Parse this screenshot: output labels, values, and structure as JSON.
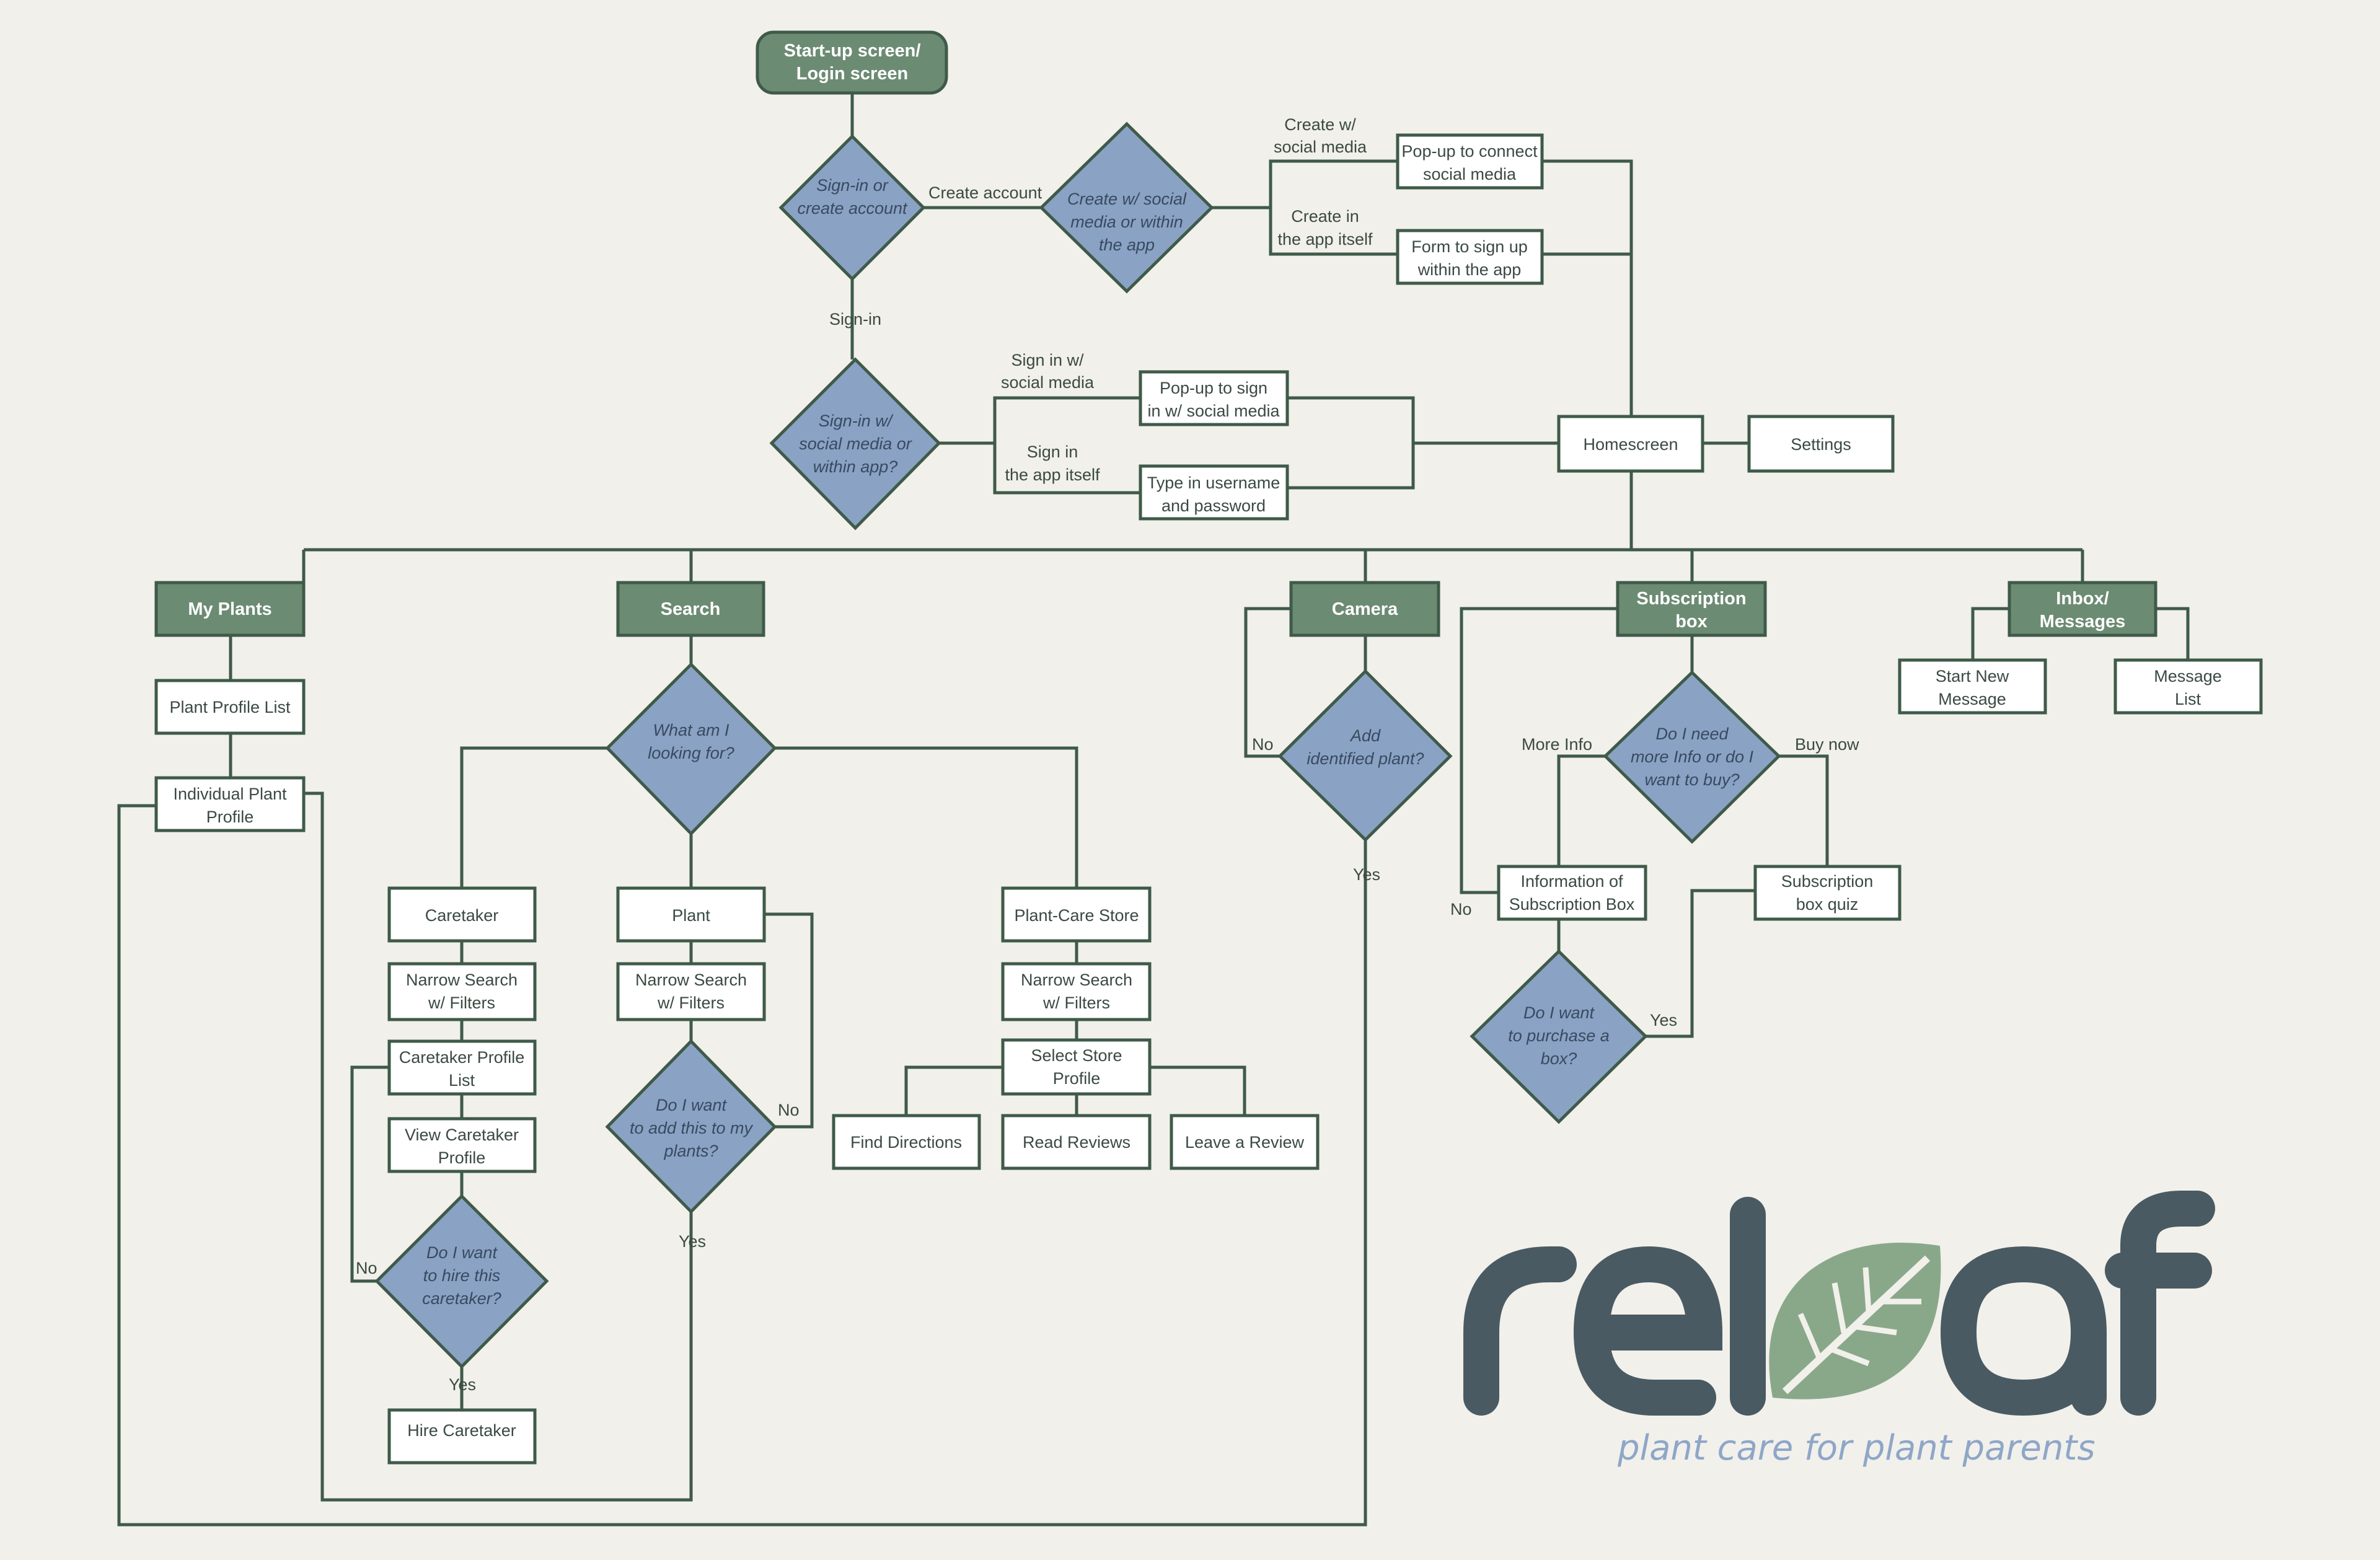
{
  "start": {
    "label": [
      "Start-up screen/",
      "Login screen"
    ]
  },
  "decision_signin": {
    "label": [
      "Sign-in or",
      "create account"
    ]
  },
  "edge_create_account": "Create account",
  "edge_signin": "Sign-in",
  "decision_create": {
    "label": [
      "Create w/ social",
      "media or within",
      "the app"
    ]
  },
  "edge_create_social": [
    "Create w/",
    "social media"
  ],
  "edge_create_app": [
    "Create in",
    "the app itself"
  ],
  "box_popup_connect": [
    "Pop-up to connect",
    "social media"
  ],
  "box_form_signup": [
    "Form to sign up",
    "within the app"
  ],
  "decision_signin_method": {
    "label": [
      "Sign-in w/",
      "social media or",
      "within app?"
    ]
  },
  "edge_signin_social": [
    "Sign in w/",
    "social media"
  ],
  "edge_signin_app": [
    "Sign in",
    "the app itself"
  ],
  "box_popup_signin": [
    "Pop-up to sign",
    "in w/ social media"
  ],
  "box_type_username": [
    "Type in username",
    "and password"
  ],
  "box_homescreen": "Homescreen",
  "box_settings": "Settings",
  "sections": {
    "my_plants": "My Plants",
    "search": "Search",
    "camera": "Camera",
    "subscription": [
      "Subscription",
      "box"
    ],
    "inbox": [
      "Inbox/",
      "Messages"
    ]
  },
  "my_plants": {
    "profile_list": "Plant Profile List",
    "individual": [
      "Individual Plant",
      "Profile"
    ]
  },
  "search": {
    "decision": [
      "What am I",
      "looking for?"
    ],
    "caretaker": "Caretaker",
    "plant": "Plant",
    "store": "Plant-Care Store",
    "narrow": [
      "Narrow Search",
      "w/ Filters"
    ],
    "caretaker_list": [
      "Caretaker Profile",
      "List"
    ],
    "view_caretaker": [
      "View Caretaker",
      "Profile"
    ],
    "hire_decision": [
      "Do I want",
      "to hire this",
      "caretaker?"
    ],
    "hire": "Hire Caretaker",
    "add_decision": [
      "Do I want",
      "to add this to my",
      "plants?"
    ],
    "select_store": [
      "Select Store",
      "Profile"
    ],
    "find_directions": "Find Directions",
    "read_reviews": "Read Reviews",
    "leave_review": "Leave a Review"
  },
  "camera": {
    "decision": [
      "Add",
      "identified plant?"
    ]
  },
  "subscription": {
    "decision": [
      "Do I need",
      "more Info or do I",
      "want to buy?"
    ],
    "more_info": "More Info",
    "buy_now": "Buy now",
    "info_box": [
      "Information of",
      "Subscription Box"
    ],
    "quiz": [
      "Subscription",
      "box quiz"
    ],
    "purchase_decision": [
      "Do I want",
      "to purchase a",
      "box?"
    ]
  },
  "inbox": {
    "start_new": [
      "Start New",
      "Message"
    ],
    "message_list": [
      "Message",
      "List"
    ]
  },
  "labels": {
    "yes": "Yes",
    "no": "No"
  },
  "logo": {
    "word": "releaf",
    "tagline": "plant care for plant parents"
  },
  "colors": {
    "line": "#3f5a49",
    "green": "#6c8b73",
    "diamond": "#8aa2c4",
    "leaf": "#89a889",
    "logo": "#4a5a63"
  }
}
